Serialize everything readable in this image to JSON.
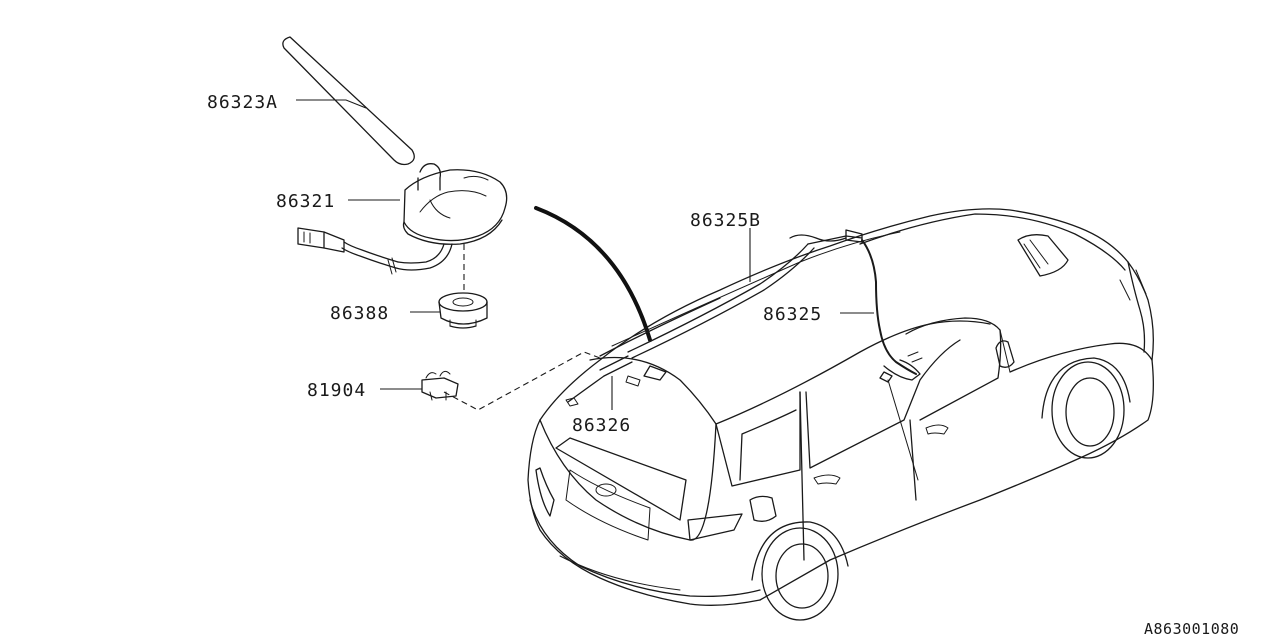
{
  "parts": [
    {
      "id": "antenna-rod",
      "number": "86323A"
    },
    {
      "id": "antenna-base",
      "number": "86321"
    },
    {
      "id": "pad",
      "number": "86388"
    },
    {
      "id": "clip",
      "number": "81904"
    },
    {
      "id": "feeder-cord-b",
      "number": "86325B"
    },
    {
      "id": "feeder-cord",
      "number": "86325"
    },
    {
      "id": "feeder-cord-rear",
      "number": "86326"
    }
  ],
  "diagram_ref": "A863001080"
}
